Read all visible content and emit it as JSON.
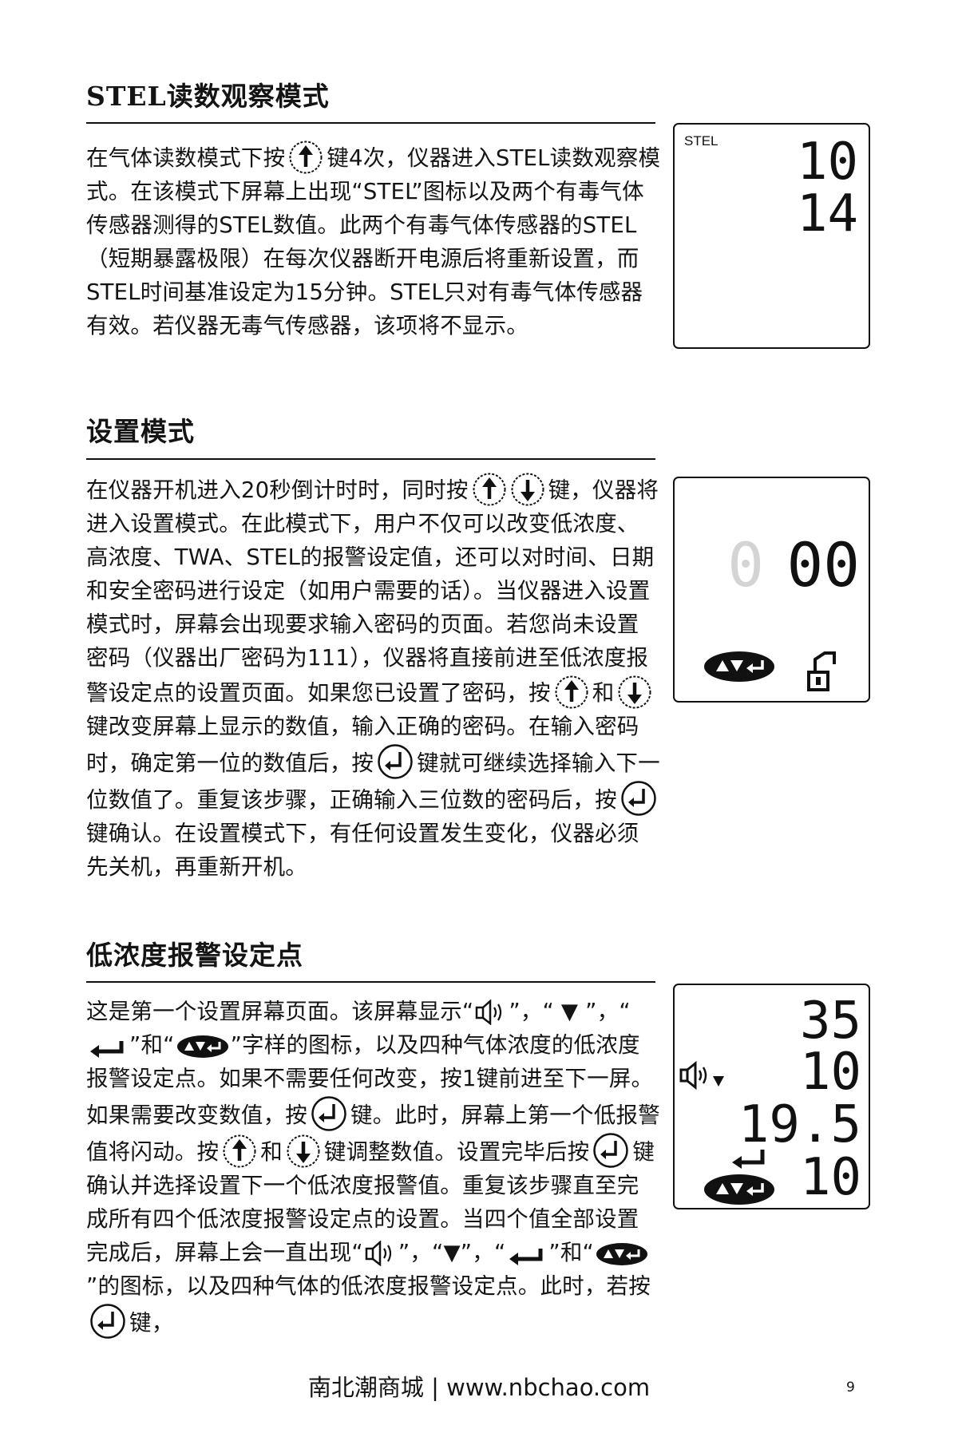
{
  "sections": {
    "stel": {
      "title": "STEL读数观察模式",
      "p1": "在气体读数模式下按",
      "p2": "键4次，仪器进入STEL读数观察模式。在该模式下屏幕上出现“STEL”图标以及两个有毒气体传感器测得的STEL数值。此两个有毒气体传感器的STEL（短期暴露极限）在每次仪器断开电源后将重新设置，而STEL时间基准设定为15分钟。STEL只对有毒气体传感器有效。若仪器无毒气传感器，该项将不显示。"
    },
    "setup": {
      "title": "设置模式",
      "p1": "在仪器开机进入20秒倒计时时，同时按",
      "p2": "键，仪器将进入设置模式。在此模式下，用户不仅可以改变低浓度、高浓度、TWA、STEL的报警设定值，还可以对时间、日期和安全密码进行设定（如用户需要的话）。当仪器进入设置模式时，屏幕会出现要求输入密码的页面。若您尚未设置密码（仪器出厂密码为111），仪器将直接前进至低浓度报警设定点的设置页面。如果您已设置了密码，按",
      "p3": "和",
      "p4": "键改变屏幕上显示的数值，输入正确的密码。在输入密码时，确定第一位的数值后，按",
      "p5": "键就可继续选择输入下一位数值了。重复该步骤，正确输入三位数的密码后，按",
      "p6": "键确认。在设置模式下，有任何设置发生变化，仪器必须先关机，再重新开机。"
    },
    "low": {
      "title": "低浓度报警设定点",
      "p1": "这是第一个设置屏幕页面。该屏幕显示“",
      "p2": "”，“ ▼ ”，“",
      "p3": "”和“",
      "p4": "”字样的图标，以及四种气体浓度的低浓度报警设定点。如果不需要任何改变，按1键前进至下一屏。如果需要改变数值，按",
      "p5": "键。此时，屏幕上第一个低报警值将闪动。按",
      "p6": "和",
      "p7": "键调整数值。设置完毕后按",
      "p8": "键确认并选择设置下一个低浓度报警值。重复该步骤直至完成所有四个低浓度报警设定点的设置。当四个值全部设置完成后，屏幕上会一直出现“",
      "p9": "”，“▼”，“",
      "p10": "”和“",
      "p11": "”的图标，以及四种气体的低浓度报警设定点。此时，若按",
      "p12": "键，"
    }
  },
  "displays": {
    "stel": {
      "label": "STEL",
      "line1": "10",
      "line2": "14"
    },
    "password": {
      "dim_digit": "0",
      "digits": "00"
    },
    "low_alarm": {
      "v1": "35",
      "v2": "10",
      "v3": "19.5",
      "v4": "10"
    }
  },
  "footer": {
    "text": "南北潮商城 | www.nbchao.com",
    "page_number": "9"
  }
}
